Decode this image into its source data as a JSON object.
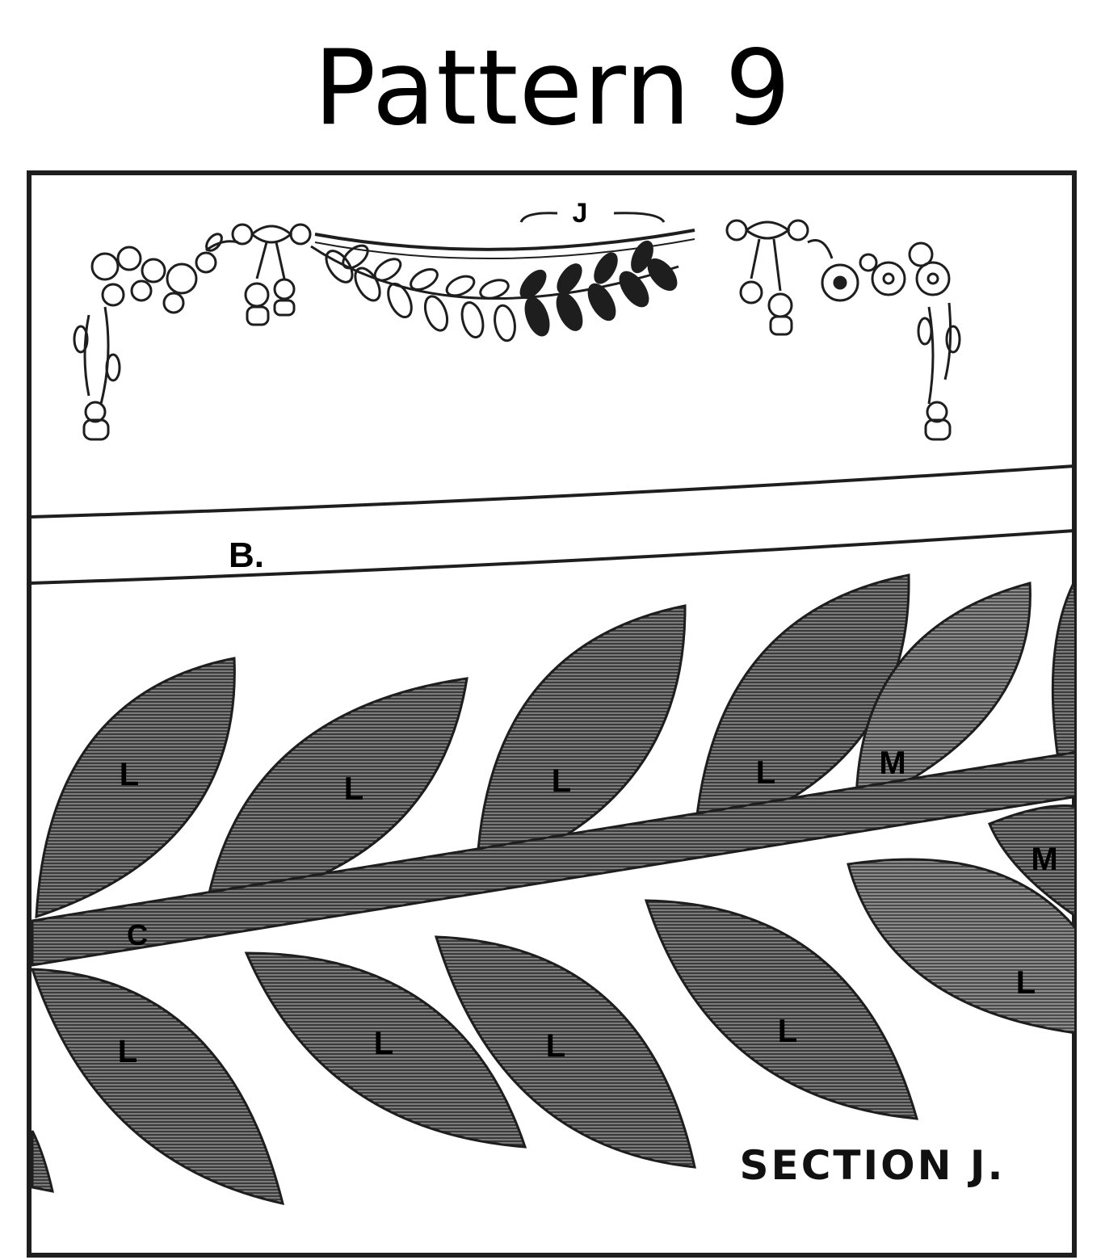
{
  "title": "Pattern 9",
  "labels": {
    "j_marker": "J",
    "band_b": "B.",
    "stem_c": "C",
    "section_caption": "SECTION J.",
    "leaves": [
      "L",
      "L",
      "L",
      "L",
      "M",
      "M",
      "L",
      "L",
      "L",
      "L",
      "L"
    ]
  },
  "colors": {
    "ink": "#1e1e1e",
    "paper": "#ffffff",
    "hatch": "#555555"
  }
}
